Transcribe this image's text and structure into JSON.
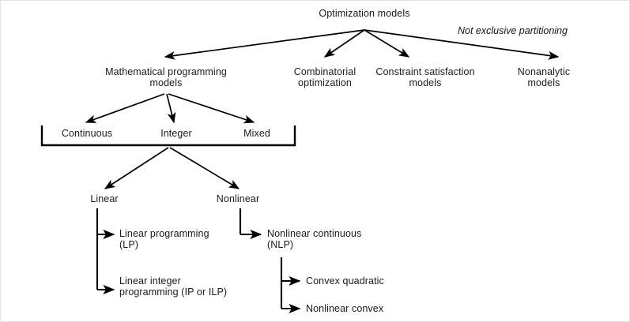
{
  "diagram": {
    "title_node": "Optimization models",
    "annotation": "Not exclusive partitioning",
    "level2": {
      "mathematical_programming": "Mathematical programming\nmodels",
      "combinatorial_optimization": "Combinatorial\noptimization",
      "constraint_satisfaction": "Constraint satisfaction\nmodels",
      "nonanalytic": "Nonanalytic\nmodels"
    },
    "level3": {
      "continuous": "Continuous",
      "integer": "Integer",
      "mixed": "Mixed"
    },
    "level4": {
      "linear": "Linear",
      "nonlinear": "Nonlinear"
    },
    "level5": {
      "linear_programming": "Linear programming\n(LP)",
      "linear_integer_programming": "Linear integer\nprogramming (IP or ILP)",
      "nonlinear_continuous": "Nonlinear continuous\n(NLP)"
    },
    "level6": {
      "convex_quadratic": "Convex quadratic",
      "nonlinear_convex": "Nonlinear convex"
    },
    "colors": {
      "text": "#1a1a24",
      "stroke": "#000000",
      "background": "#ffffff",
      "frame": "#e2e2e2"
    }
  }
}
